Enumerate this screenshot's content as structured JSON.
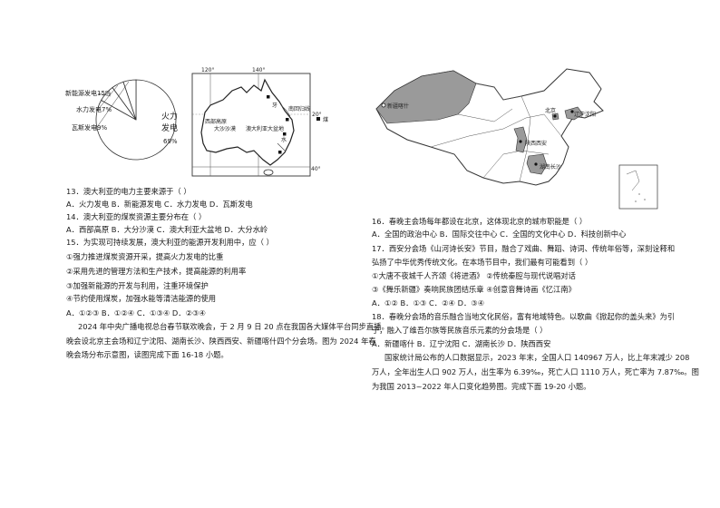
{
  "left": {
    "pie": {
      "labels": [
        "新能源发电15%",
        "水力发电7%",
        "瓦斯发电9%"
      ],
      "main_label_lines": [
        "火力",
        "发电",
        "69%"
      ],
      "chart_data": {
        "type": "pie",
        "categories": [
          "火力发电",
          "新能源发电",
          "水力发电",
          "瓦斯发电"
        ],
        "values": [
          69,
          15,
          7,
          9
        ]
      }
    },
    "australia_map": {
      "lon_labels": [
        "120°",
        "140°"
      ],
      "lat_labels": [
        "20°",
        "40°"
      ],
      "place_labels": [
        "西部高原",
        "大沙沙漠",
        "澳大利亚大盆地",
        "南回归线",
        "牙",
        "水",
        "煤"
      ],
      "legend_label": "煤"
    },
    "questions": [
      {
        "stem": "13．澳大利亚的电力主要来源于（     ）",
        "options": "A．火力发电    B．新能源发电    C．水力发电    D．瓦斯发电"
      },
      {
        "stem": "14．澳大利亚的煤炭资源主要分布在（     ）",
        "options": "A．西部高原          B．大分沙漠          C．澳大利亚大盆地          D．大分水岭"
      },
      {
        "stem": "15．为实现可持续发展，澳大利亚的能源开发利用中，应（     ）",
        "list": [
          "①强力推进煤炭资源开采，提高火力发电的比重",
          "②采用先进的管理方法和生产技术，提高能源的利用率",
          "③加强新能源的开发与利用，注重环境保护",
          "④节约使用煤炭，加强水能等清洁能源的使用"
        ],
        "options": "A．①②③      B．①②④      C．①③④      D．②③④"
      }
    ],
    "intro_lines": [
      "2024 年中央广播电视总台春节联欢晚会，于 2 月 9 日 20 点在我国各大媒体平台同步直播。",
      "晚会设北京主会场和辽宁沈阳、湖南长沙、陕西西安、新疆喀什四个分会场。图为 2024 年春",
      "晚会场分布示意图，读图完成下面 16-18 小题。"
    ]
  },
  "right": {
    "china_map": {
      "labels": [
        "新疆喀什",
        "北京",
        "辽宁沈阳",
        "陕西西安",
        "湖南长沙"
      ],
      "highlight_color": "#9a9a9a"
    },
    "questions": [
      {
        "stem": "16．春晚主会场每年都设在北京，这体现北京的城市职能是（     ）",
        "options": "A．全国的政治中心    B．国际交往中心    C．全国的文化中心    D．科技创新中心"
      },
      {
        "stem_lines": [
          "17．西安分会场《山河诗长安》节目，融合了戏曲、舞蹈、诗词、传统年俗等，深刻诠释和",
          "弘扬了中华优秀传统文化。在本场节目中，我们最有可能看到（     ）"
        ],
        "list_lines": [
          "①大唐不夜城千人齐颂《将进酒》           ②传统秦腔与现代说唱对话",
          "③《舞乐新疆》奏响民族团结乐章           ④创意音舞诗画《忆江南》"
        ],
        "options": "A．①②      B．①③      C．②④      D．③④"
      },
      {
        "stem_lines": [
          "18．春晚分会场的音乐融合当地文化民俗，富有地域特色。以歌曲《掀起你的盖头来》为引",
          "子，融入了维吾尔族等民族音乐元素的分会场是（     ）"
        ],
        "options": "A．新疆喀什      B．辽宁沈阳      C．湖南长沙      D．陕西西安"
      }
    ],
    "stats_lines": [
      "国家统计局公布的人口数据显示，2023 年末，全国人口 140967 万人，比上年末减少 208",
      "万人，全年出生人口 902 万人，出生率为 6.39‰，死亡人口 1110 万人，死亡率为 7.87‰。图",
      "为我国 2013~2022 年人口变化趋势图。完成下面 19-20 小题。"
    ]
  }
}
